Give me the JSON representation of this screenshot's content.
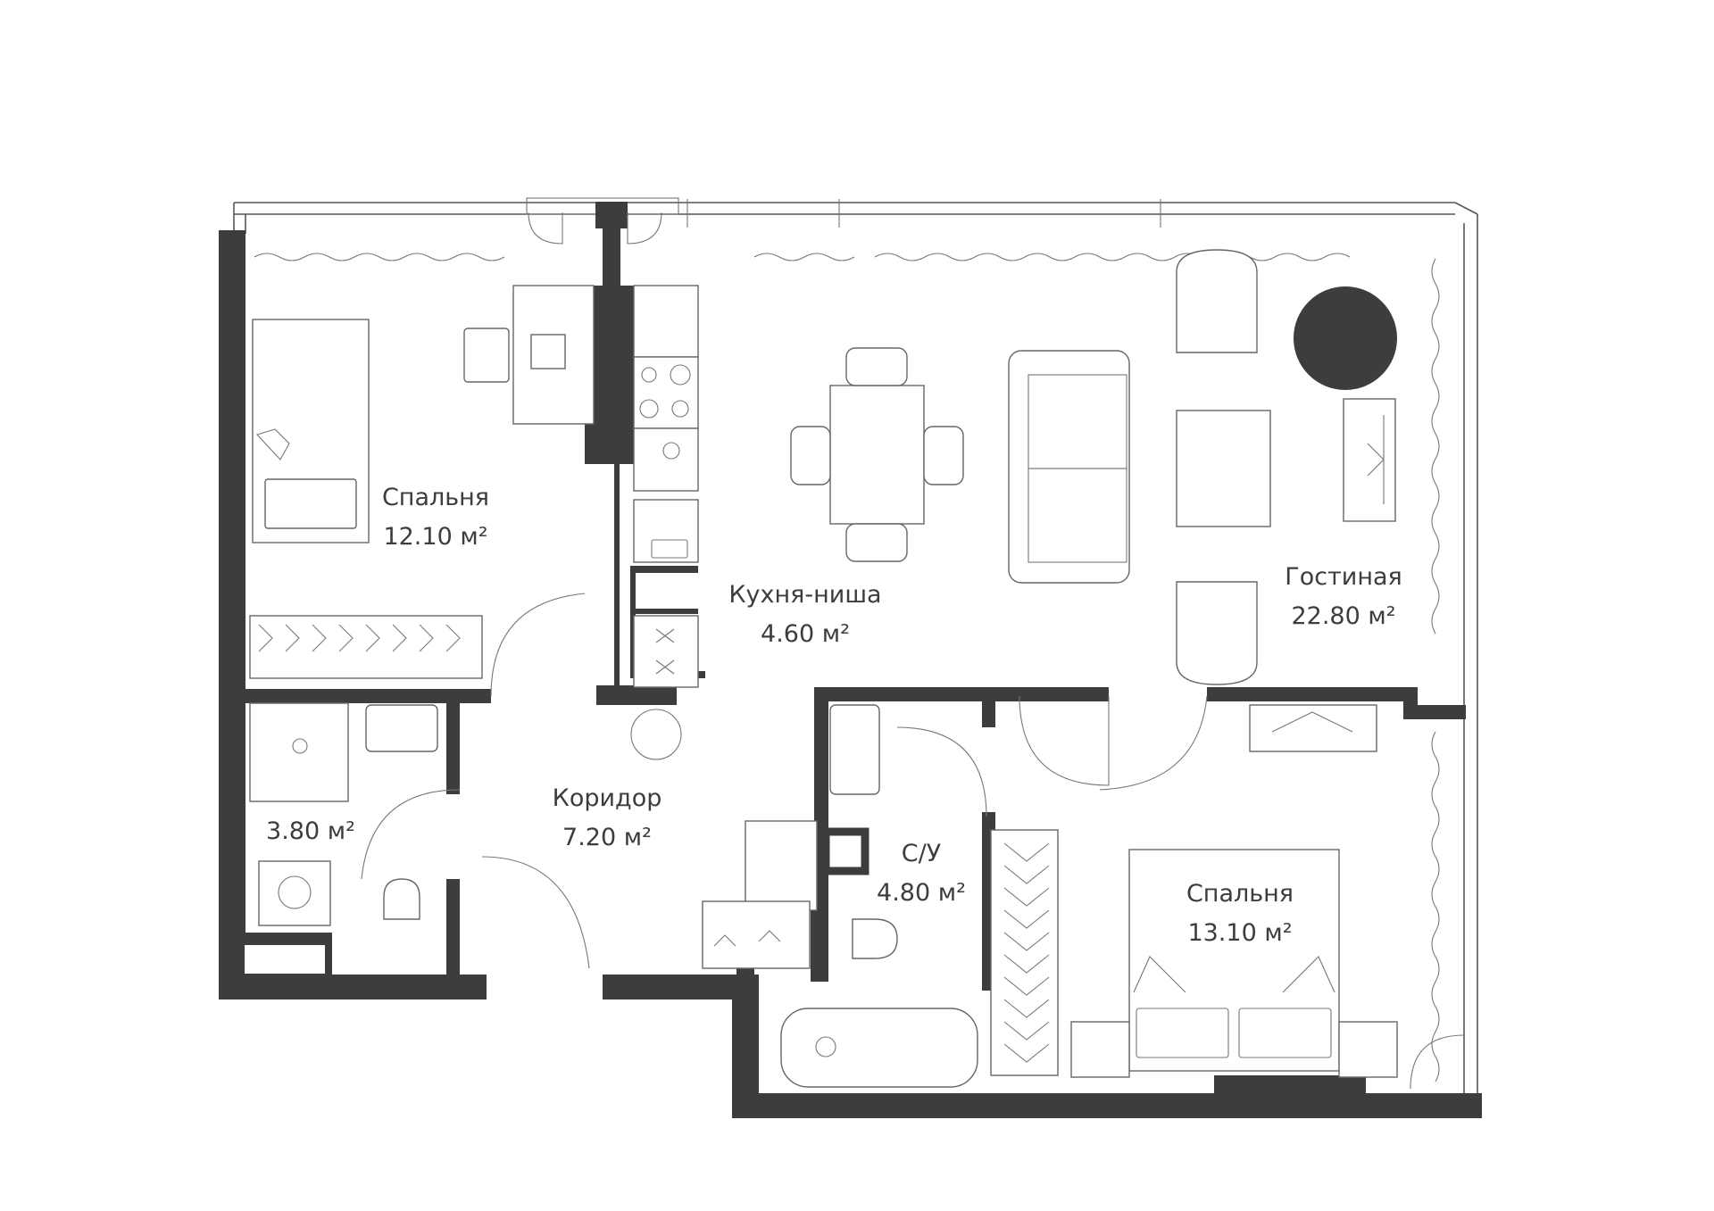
{
  "rooms": {
    "bedroom1": {
      "name": "Спальня",
      "area": "12.10 м²"
    },
    "kitchen": {
      "name": "Кухня-ниша",
      "area": "4.60 м²"
    },
    "living": {
      "name": "Гостиная",
      "area": "22.80 м²"
    },
    "bathroom1": {
      "name": "",
      "area": "3.80 м²"
    },
    "corridor": {
      "name": "Коридор",
      "area": "7.20 м²"
    },
    "bathroom2": {
      "name": "С/У",
      "area": "4.80 м²"
    },
    "bedroom2": {
      "name": "Спальня",
      "area": "13.10 м²"
    }
  },
  "colors": {
    "wall": "#3d3d3d",
    "line": "#555555",
    "background": "#ffffff"
  }
}
